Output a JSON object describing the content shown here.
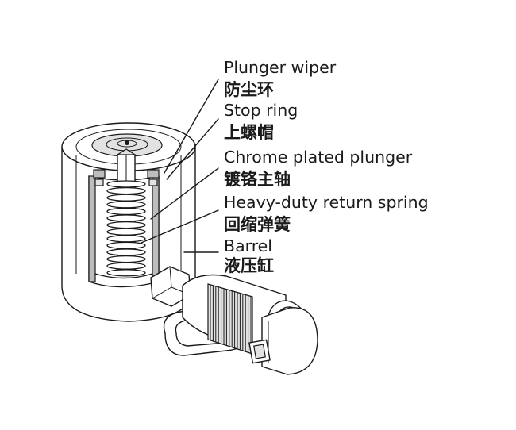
{
  "labels": [
    {
      "en": "Plunger wiper",
      "zh": "防尘环"
    },
    {
      "en": "Stop ring",
      "zh": "上螺帽"
    },
    {
      "en": "Chrome plated plunger",
      "zh": "镀铬主轴"
    },
    {
      "en": "Heavy-duty return spring",
      "zh": "回缩弹簧"
    },
    {
      "en": "Barrel",
      "zh": "液压缸"
    }
  ]
}
